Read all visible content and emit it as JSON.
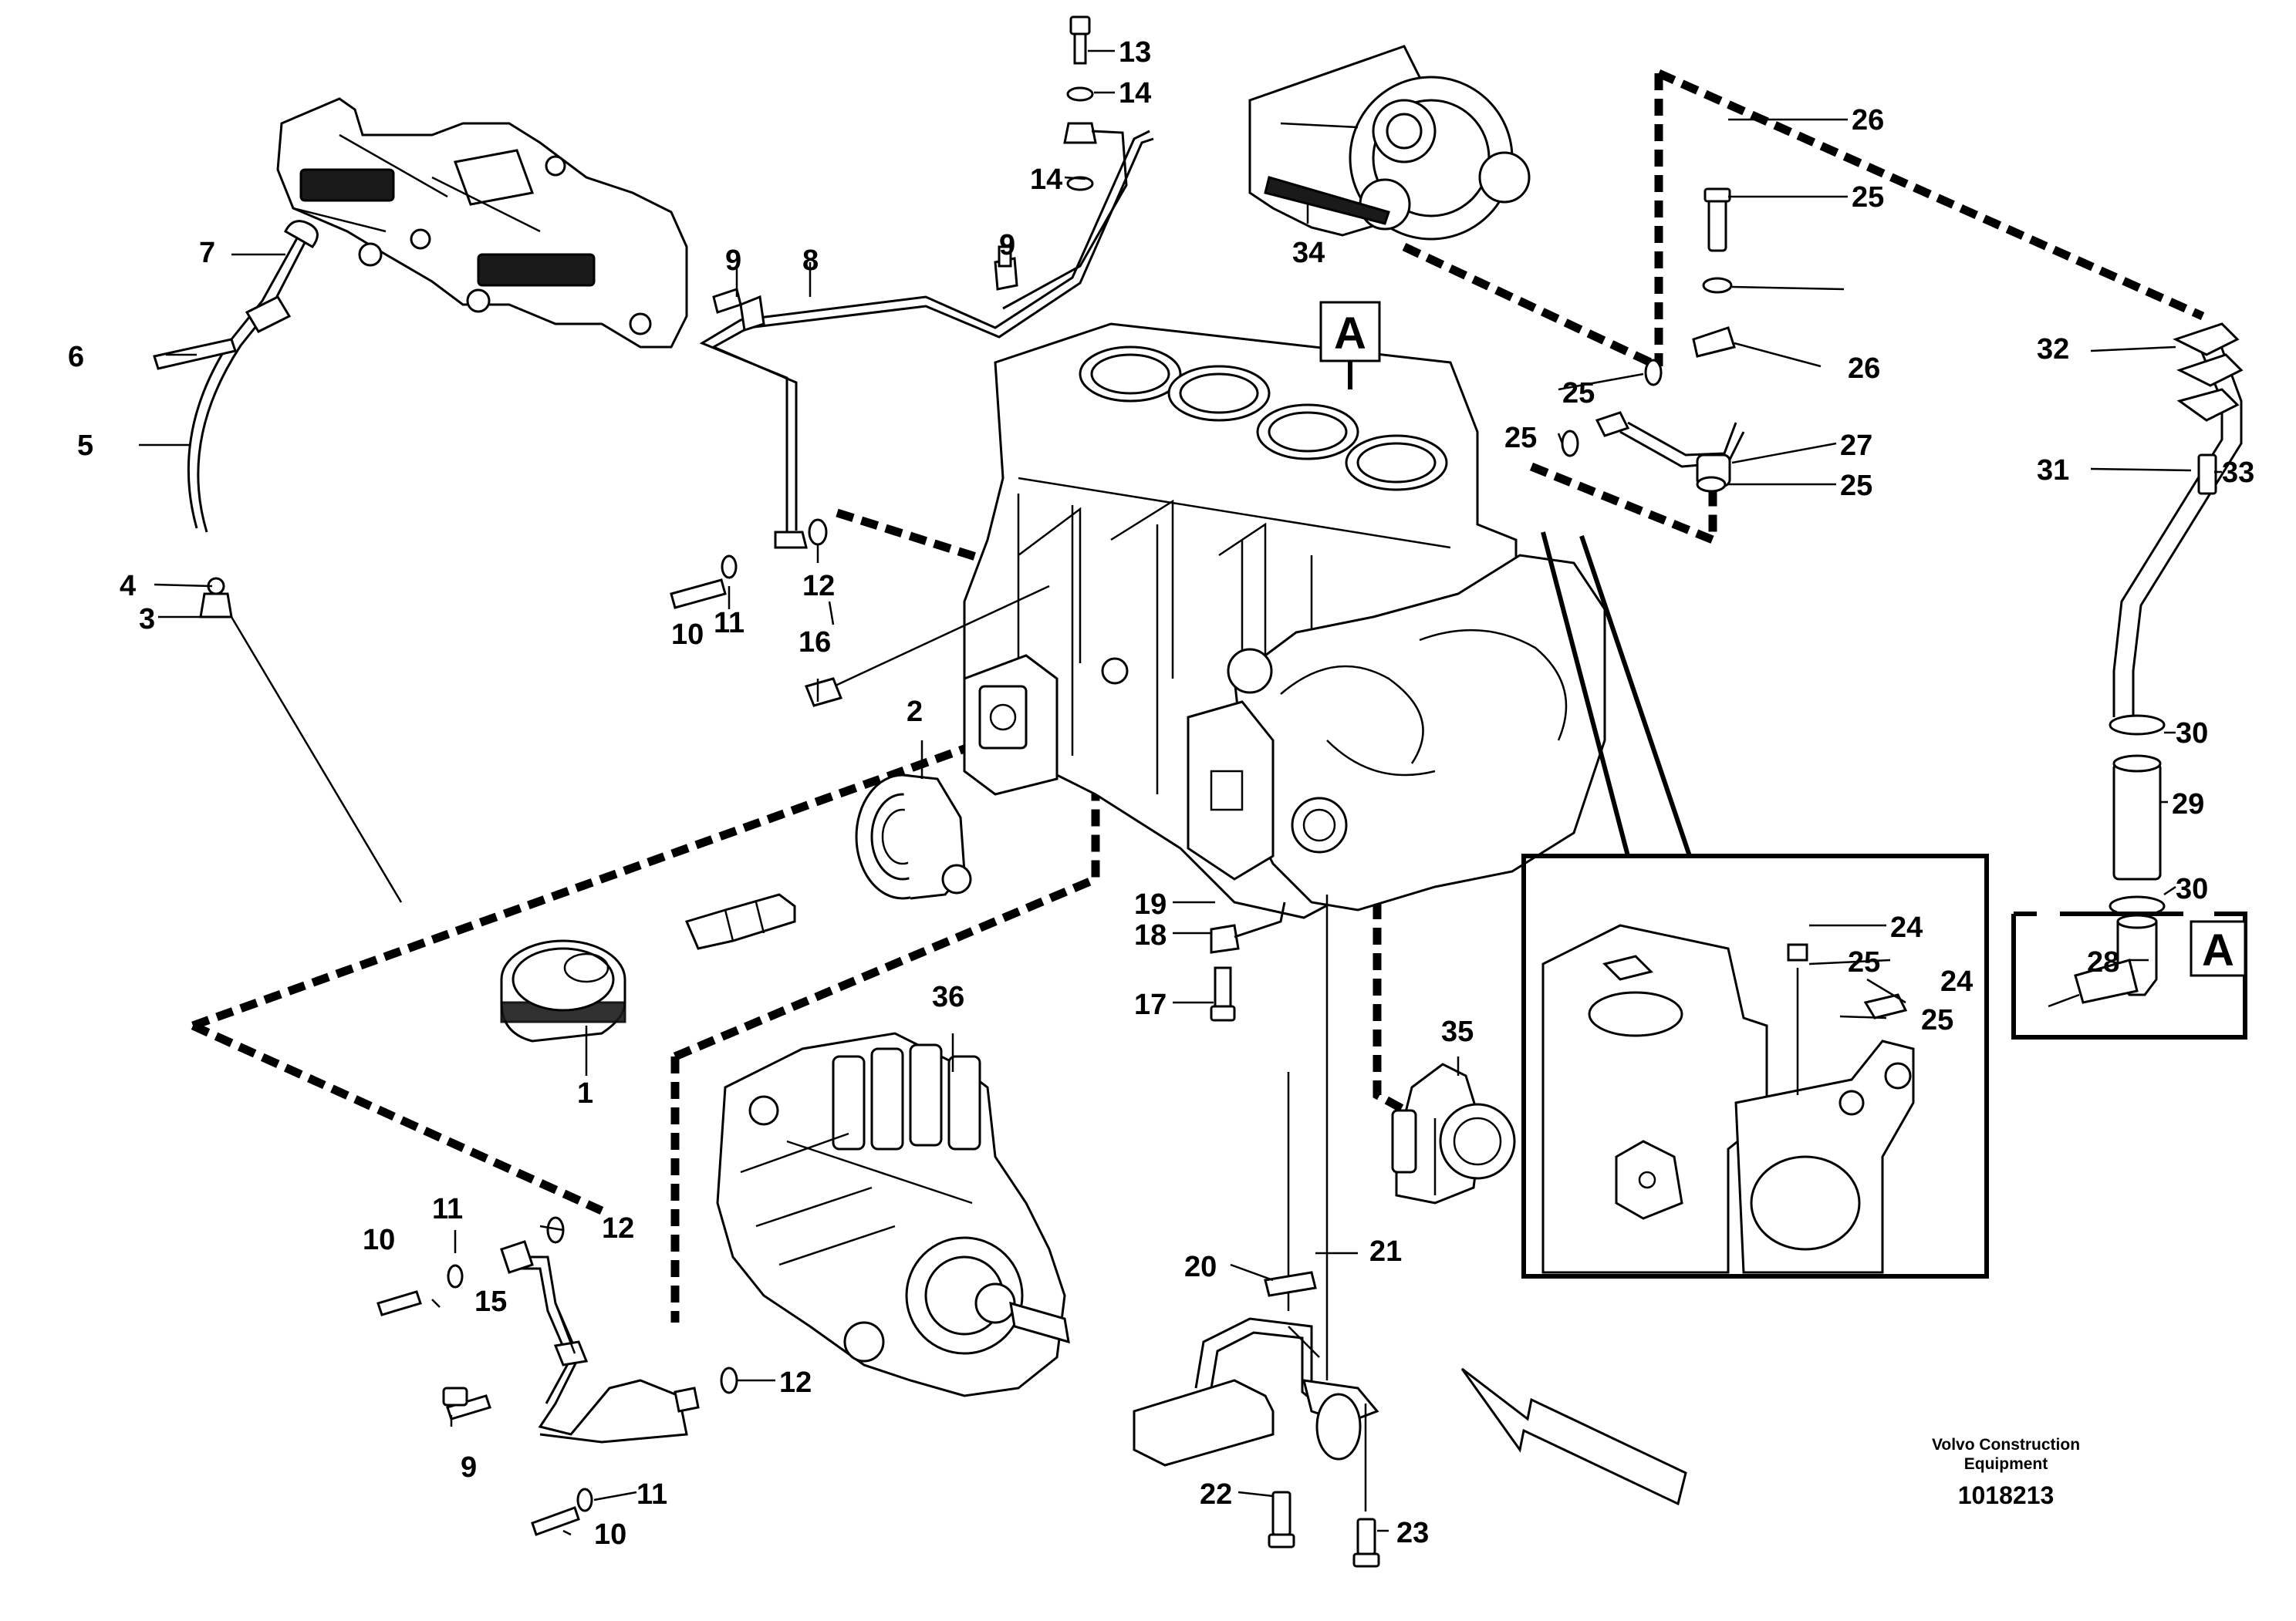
{
  "callouts": {
    "c1": "1",
    "c2": "2",
    "c3": "3",
    "c4": "4",
    "c5": "5",
    "c6": "6",
    "c7": "7",
    "c8": "8",
    "c9a": "9",
    "c9b": "9",
    "c9c": "9",
    "c10a": "10",
    "c10b": "10",
    "c10c": "10",
    "c11a": "11",
    "c11b": "11",
    "c11c": "11",
    "c12a": "12",
    "c12b": "12",
    "c12c": "12",
    "c13": "13",
    "c14a": "14",
    "c14b": "14",
    "c15": "15",
    "c16": "16",
    "c17": "17",
    "c18": "18",
    "c19": "19",
    "c20": "20",
    "c21": "21",
    "c22": "22",
    "c23": "23",
    "c24a": "24",
    "c24b": "24",
    "c25a": "25",
    "c25b": "25",
    "c25c": "25",
    "c25d": "25",
    "c25e": "25",
    "c25f": "25",
    "c26a": "26",
    "c26b": "26",
    "c27": "27",
    "c28": "28",
    "c29": "29",
    "c30a": "30",
    "c30b": "30",
    "c31": "31",
    "c32": "32",
    "c33": "33",
    "c34": "34",
    "c35": "35",
    "c36": "36"
  },
  "view_markers": {
    "top": "A",
    "detail": "A"
  },
  "footer": {
    "company_line1": "Volvo Construction",
    "company_line2": "Equipment",
    "doc_number": "1018213"
  }
}
